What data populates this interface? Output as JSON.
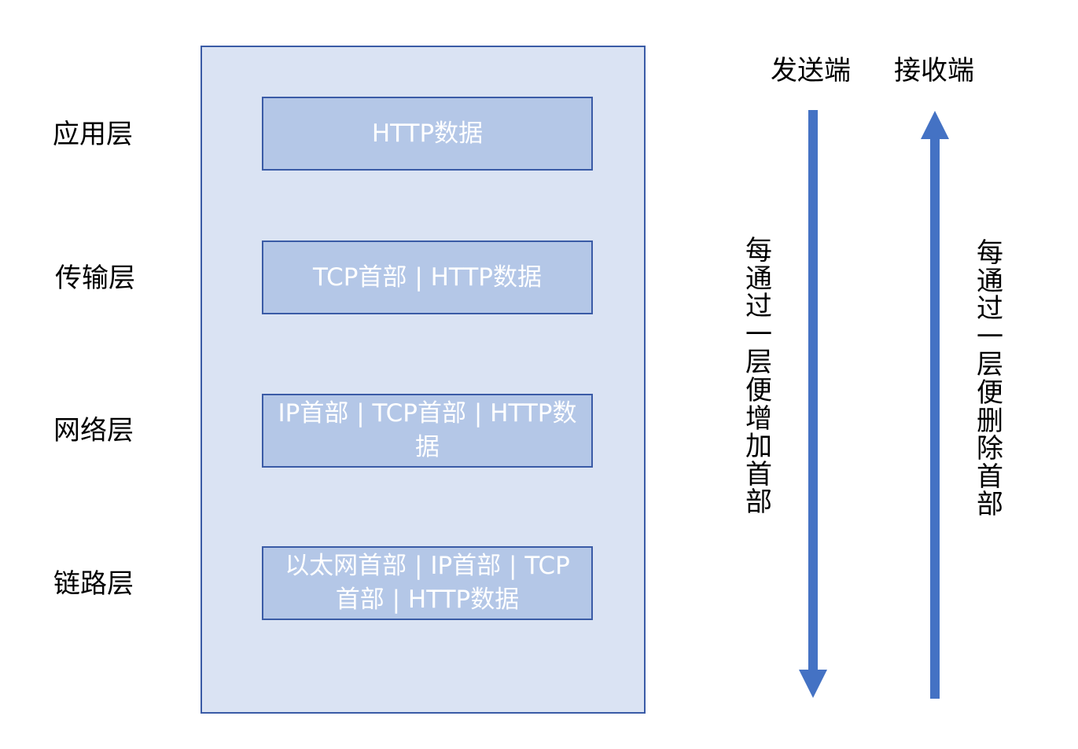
{
  "layers": [
    {
      "name": "应用层",
      "packet": "HTTP数据"
    },
    {
      "name": "传输层",
      "packet": "TCP首部 | HTTP数据"
    },
    {
      "name": "网络层",
      "packet": "IP首部 | TCP首部 | HTTP数据"
    },
    {
      "name": "链路层",
      "packet": "以太网首部 | IP首部 | TCP首部 | HTTP数据"
    }
  ],
  "sender": {
    "label": "发送端",
    "note": "每通过一层便增加首部",
    "direction": "down"
  },
  "receiver": {
    "label": "接收端",
    "note": "每通过一层便删除首部",
    "direction": "up"
  },
  "colors": {
    "panel_fill": "#dae3f3",
    "box_fill": "#b4c7e7",
    "border": "#3a5ba6",
    "arrow": "#4472c4",
    "box_text": "#ffffff"
  }
}
